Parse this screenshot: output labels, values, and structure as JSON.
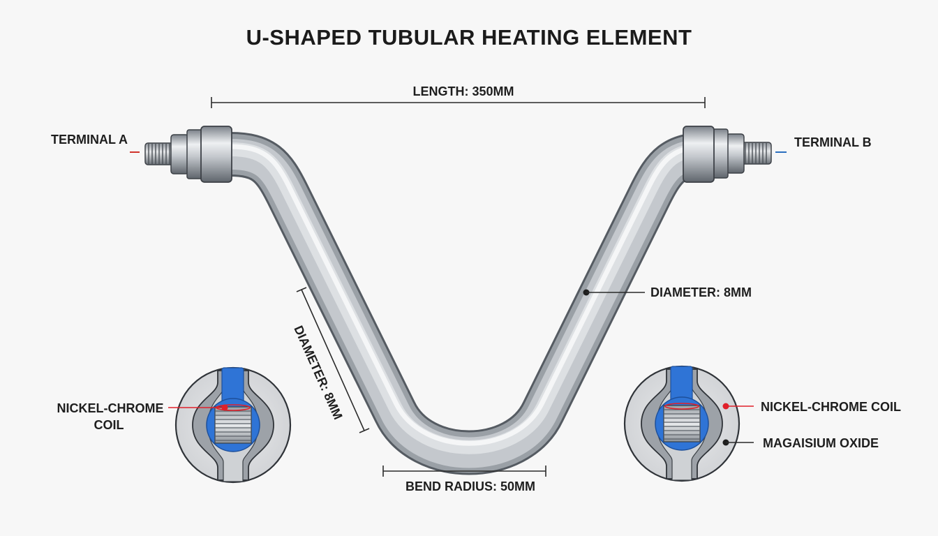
{
  "diagram": {
    "title": "U-SHAPED TUBULAR HEATING ELEMENT",
    "labels": {
      "length": "LENGTH: 350MM",
      "terminal_a": "TERMINAL A",
      "terminal_b": "TERMINAL B",
      "diameter_right": "DIAMETER: 8MM",
      "diameter_left": "DIAMETER: 8MM",
      "bend_radius": "BEND RADIUS: 50MM",
      "coil_left_line1": "NICKEL-CHROME",
      "coil_left_line2": "COIL",
      "coil_right": "NICKEL-CHROME COIL",
      "oxide_right": "MAGAISIUM OXIDE"
    },
    "colors": {
      "terminal_a_lead": "#d0332b",
      "terminal_b_lead": "#2b6fbf",
      "coil_dot": "#e0202a",
      "insulation_blue": "#2f74d6",
      "tube_mid": "#c4c8cd",
      "tube_dark": "#6f757c",
      "tube_highlight": "#f4f6f8"
    }
  }
}
